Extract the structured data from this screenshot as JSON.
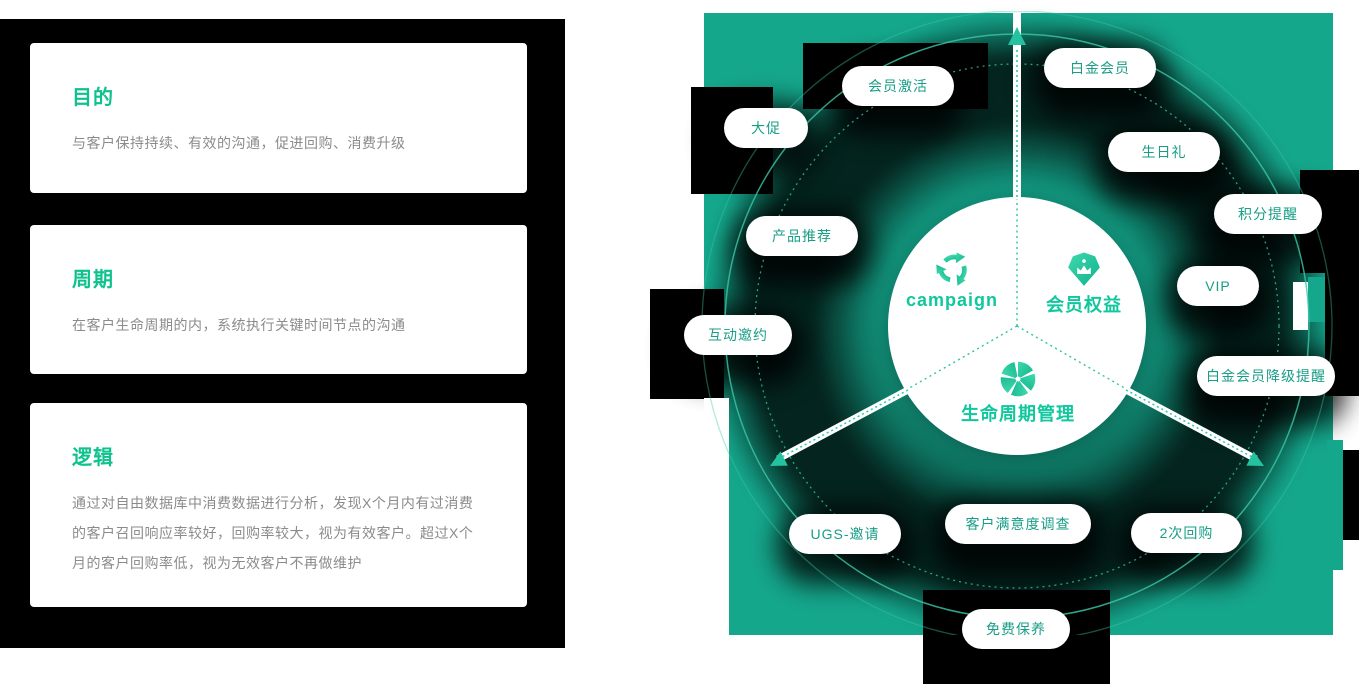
{
  "page": {
    "background": "#ffffff"
  },
  "left_section": {
    "panel_color": "#000000",
    "title_color": "#0ec28e",
    "body_color": "#8b8b8b",
    "cards": [
      {
        "title": "目的",
        "body": "与客户保持持续、有效的沟通，促进回购、消费升级"
      },
      {
        "title": "周期",
        "body": "在客户生命周期的内，系统执行关键时间节点的沟通"
      },
      {
        "title": "逻辑",
        "body": "通过对自由数据库中消费数据进行分析，发现X个月内有过消费的客户召回响应率较好，回购率较大，视为有效客户。超过X个月的客户回购率低，视为无效客户不再做维护"
      }
    ]
  },
  "diagram": {
    "panel_color": "#15a78c",
    "accent_color": "#10c79e",
    "pill_text_color": "#189e86",
    "hub": {
      "sections": [
        {
          "label": "campaign",
          "icon": "recycle-arrows-icon"
        },
        {
          "label": "会员权益",
          "icon": "membership-badge-icon"
        },
        {
          "label": "生命周期管理",
          "icon": "aperture-icon"
        }
      ]
    },
    "pills": [
      {
        "label": "会员激活"
      },
      {
        "label": "白金会员"
      },
      {
        "label": "大促"
      },
      {
        "label": "生日礼"
      },
      {
        "label": "积分提醒"
      },
      {
        "label": "产品推荐"
      },
      {
        "label": "VIP"
      },
      {
        "label": "互动邀约"
      },
      {
        "label": "白金会员降级提醒"
      },
      {
        "label": "UGS-邀请"
      },
      {
        "label": "客户满意度调查"
      },
      {
        "label": "2次回购"
      },
      {
        "label": "免费保养"
      }
    ]
  }
}
